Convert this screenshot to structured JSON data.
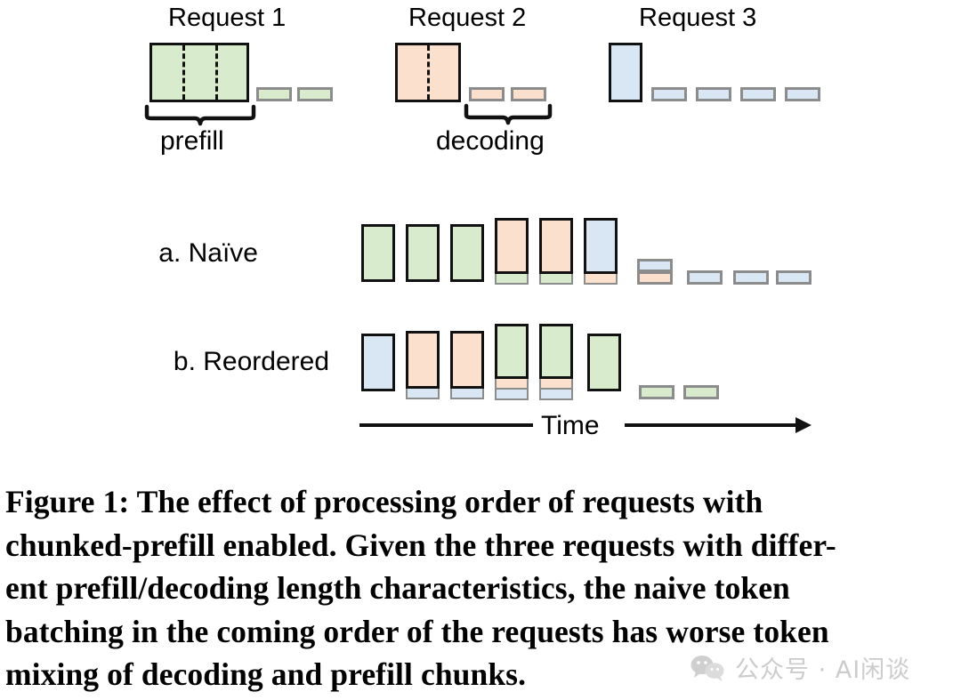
{
  "figure": {
    "requests": [
      {
        "title": "Request 1",
        "color_name": "green",
        "fill": "#d8eccd",
        "prefill_chunks": 3,
        "decode_tokens": 2
      },
      {
        "title": "Request 2",
        "color_name": "orange",
        "fill": "#fbe0ce",
        "prefill_chunks": 2,
        "decode_tokens": 2
      },
      {
        "title": "Request 3",
        "color_name": "blue",
        "fill": "#d9e6f3",
        "prefill_chunks": 1,
        "decode_tokens": 4
      }
    ],
    "annotations": {
      "prefill_label": "prefill",
      "decoding_label": "decoding",
      "time_label": "Time"
    },
    "rows": [
      {
        "label": "a. Naïve",
        "batches": [
          {
            "prefill": "green",
            "decodes": []
          },
          {
            "prefill": "green",
            "decodes": []
          },
          {
            "prefill": "green",
            "decodes": []
          },
          {
            "prefill": "orange",
            "decodes": [
              "green"
            ]
          },
          {
            "prefill": "orange",
            "decodes": [
              "green"
            ]
          },
          {
            "prefill": "blue",
            "decodes": [
              "orange"
            ]
          },
          {
            "prefill": null,
            "decodes": [
              "blue",
              "orange"
            ]
          },
          {
            "prefill": null,
            "decodes": [
              "blue"
            ]
          },
          {
            "prefill": null,
            "decodes": [
              "blue"
            ]
          },
          {
            "prefill": null,
            "decodes": [
              "blue"
            ]
          }
        ]
      },
      {
        "label": "b. Reordered",
        "batches": [
          {
            "prefill": "blue",
            "decodes": []
          },
          {
            "prefill": "orange",
            "decodes": [
              "blue"
            ]
          },
          {
            "prefill": "orange",
            "decodes": [
              "blue"
            ]
          },
          {
            "prefill": "green",
            "decodes": [
              "orange",
              "blue"
            ]
          },
          {
            "prefill": "green",
            "decodes": [
              "orange",
              "blue"
            ]
          },
          {
            "prefill": "green",
            "decodes": []
          },
          {
            "prefill": null,
            "decodes": [
              "green"
            ]
          },
          {
            "prefill": null,
            "decodes": [
              "green"
            ]
          }
        ]
      }
    ],
    "colors": {
      "green": "#d8eccd",
      "orange": "#fbe0ce",
      "blue": "#d9e6f3",
      "outline_dark": "#111111",
      "outline_grey": "#8c8c8c"
    }
  },
  "caption": {
    "line1": "Figure 1: The effect of processing order of requests with",
    "line2": "chunked-prefill enabled. Given the three requests with differ-",
    "line3": "ent prefill/decoding length characteristics, the naive token",
    "line4": "batching in the coming order of the requests has worse token",
    "line5": "mixing of decoding and prefill chunks."
  },
  "watermark": {
    "text": "公众号 · AI闲谈",
    "icon": "wechat-icon",
    "color": "#cccccc"
  }
}
